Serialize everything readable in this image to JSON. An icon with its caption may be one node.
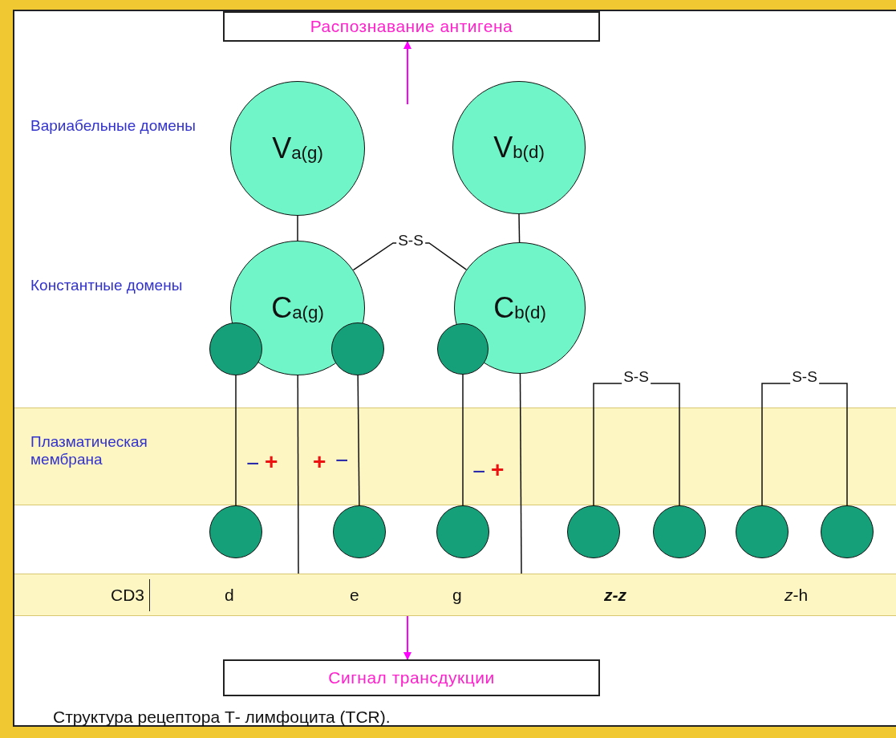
{
  "diagram": {
    "caption": "Структура рецептора Т- лимфоцита (TCR).",
    "nodes": [
      {
        "text": [
          "Распознавание антигена"
        ]
      },
      {
        "text": [
          "V$_{a(g)}$"
        ]
      },
      {
        "text": [
          "V$_{b(d)}$"
        ]
      },
      {
        "text": [
          "C$_{a(g)}$"
        ]
      },
      {
        "text": [
          "C$_{b(d)}$"
        ]
      },
      {
        "text": [],
        "shape": "circle"
      },
      {
        "text": [],
        "shape": "circle"
      },
      {
        "text": [],
        "shape": "circle"
      },
      {
        "text": [],
        "shape": "circle"
      },
      {
        "text": [],
        "shape": "circle"
      },
      {
        "text": [],
        "shape": "circle"
      },
      {
        "text": [],
        "shape": "circle"
      },
      {
        "text": [],
        "shape": "circle"
      },
      {
        "text": [],
        "shape": "circle"
      },
      {
        "text": [],
        "shape": "circle"
      },
      {
        "text": [
          "CD3",
          "d",
          "e",
          "g",
          "z-z",
          "*z*-h"
        ]
      },
      {
        "text": [
          "Сигнал трансдукции"
        ]
      }
    ],
    "edges": [
      {
        "from": null,
        "to": 0,
        "arrow": "to",
        "color": "#ff00ff"
      },
      {
        "from": 1,
        "to": 3,
        "arrow": "none"
      },
      {
        "from": 2,
        "to": 4,
        "arrow": "none"
      },
      {
        "from": 3,
        "to": 4,
        "arrow": "none",
        "label": "S-S"
      },
      {
        "from": 5,
        "to": 8,
        "arrow": "none"
      },
      {
        "from": 6,
        "to": 9,
        "arrow": "none"
      },
      {
        "from": 7,
        "to": 10,
        "arrow": "none"
      },
      {
        "from": 3,
        "to": 15,
        "arrow": "none"
      },
      {
        "from": 4,
        "to": 15,
        "arrow": "none"
      },
      {
        "from": 11,
        "to": 12,
        "arrow": "none",
        "label": "S-S"
      },
      {
        "from": 13,
        "to": 14,
        "arrow": "none",
        "label": "S-S"
      },
      {
        "from": 15,
        "to": 16,
        "arrow": "to",
        "color": "#ff00ff"
      }
    ],
    "labels": [
      "Вариабельные домены",
      "Константные домены",
      "Плазматическая мембрана",
      "−",
      "+",
      "+",
      "−",
      "−",
      "+"
    ]
  }
}
